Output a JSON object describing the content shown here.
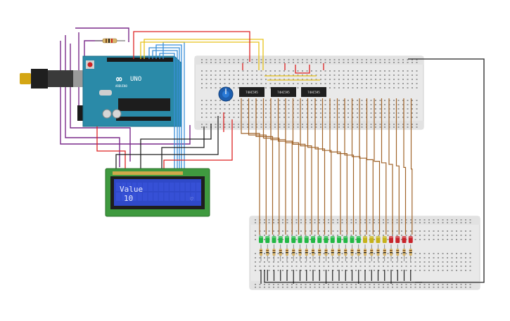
{
  "circuit": {
    "arduino": {
      "brand": "ARDUINO",
      "model": "UNO",
      "symbol": "∞"
    },
    "lcd": {
      "line1": "Value",
      "line2": "10",
      "cursor_glyph": "♡"
    },
    "chips": [
      "74HC595",
      "74HC595",
      "74HC595"
    ],
    "leds": {
      "count": 24,
      "colors": [
        "green",
        "green",
        "green",
        "green",
        "green",
        "green",
        "green",
        "green",
        "green",
        "green",
        "green",
        "green",
        "green",
        "green",
        "green",
        "green",
        "yellow",
        "yellow",
        "yellow",
        "yellow",
        "red",
        "red",
        "red",
        "red"
      ]
    },
    "palette": {
      "board": "#2a8aa8",
      "breadboard": "#e8e8e8",
      "lcd_pcb": "#3f9a3f",
      "lcd_screen": "#2f49c9",
      "wire_purple": "#7a2a8a",
      "wire_red": "#d22",
      "wire_brown": "#a0642a",
      "wire_blue": "#3a8fd8",
      "wire_black": "#222222",
      "wire_yellow": "#e8c21a",
      "led_green": "#22b844",
      "led_yellow": "#c6b21a",
      "led_red": "#c8232a"
    }
  }
}
